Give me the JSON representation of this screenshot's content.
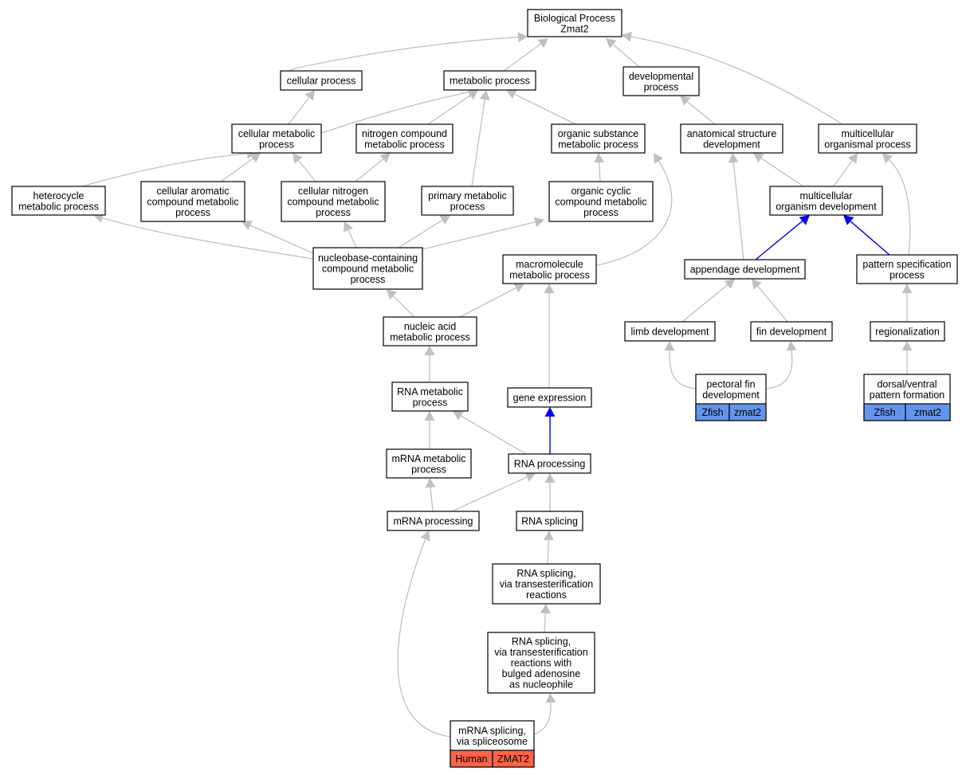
{
  "diagram": {
    "colors": {
      "edge_default": "#c0c0c0",
      "edge_highlight": "#0000ee",
      "zfish_cell": "#6495ed",
      "human_cell": "#ff6347"
    },
    "nodes": {
      "root": {
        "lines": [
          "Biological Process",
          "Zmat2"
        ]
      },
      "cellular_process": {
        "lines": [
          "cellular process"
        ]
      },
      "metabolic_process": {
        "lines": [
          "metabolic process"
        ]
      },
      "developmental_process": {
        "lines": [
          "developmental",
          "process"
        ]
      },
      "cellular_metabolic_process": {
        "lines": [
          "cellular metabolic",
          "process"
        ]
      },
      "nitrogen_compound_metabolic_process": {
        "lines": [
          "nitrogen compound",
          "metabolic process"
        ]
      },
      "organic_substance_metabolic_process": {
        "lines": [
          "organic substance",
          "metabolic process"
        ]
      },
      "anatomical_structure_development": {
        "lines": [
          "anatomical structure",
          "development"
        ]
      },
      "multicellular_organismal_process": {
        "lines": [
          "multicellular",
          "organismal process"
        ]
      },
      "heterocycle_metabolic_process": {
        "lines": [
          "heterocycle",
          "metabolic process"
        ]
      },
      "cellular_aromatic_compound_metabolic_process": {
        "lines": [
          "cellular aromatic",
          "compound metabolic",
          "process"
        ]
      },
      "cellular_nitrogen_compound_metabolic_process": {
        "lines": [
          "cellular nitrogen",
          "compound metabolic",
          "process"
        ]
      },
      "primary_metabolic_process": {
        "lines": [
          "primary metabolic",
          "process"
        ]
      },
      "organic_cyclic_compound_metabolic_process": {
        "lines": [
          "organic cyclic",
          "compound metabolic",
          "process"
        ]
      },
      "multicellular_organism_development": {
        "lines": [
          "multicellular",
          "organism development"
        ]
      },
      "nucleobase_containing_compound_metabolic_process": {
        "lines": [
          "nucleobase-containing",
          "compound metabolic",
          "process"
        ]
      },
      "macromolecule_metabolic_process": {
        "lines": [
          "macromolecule",
          "metabolic process"
        ]
      },
      "appendage_development": {
        "lines": [
          "appendage development"
        ]
      },
      "pattern_specification_process": {
        "lines": [
          "pattern specification",
          "process"
        ]
      },
      "nucleic_acid_metabolic_process": {
        "lines": [
          "nucleic acid",
          "metabolic process"
        ]
      },
      "limb_development": {
        "lines": [
          "limb development"
        ]
      },
      "fin_development": {
        "lines": [
          "fin development"
        ]
      },
      "regionalization": {
        "lines": [
          "regionalization"
        ]
      },
      "rna_metabolic_process": {
        "lines": [
          "RNA metabolic",
          "process"
        ]
      },
      "gene_expression": {
        "lines": [
          "gene expression"
        ]
      },
      "pectoral_fin_development": {
        "lines": [
          "pectoral fin",
          "development"
        ],
        "tags": [
          "Zfish",
          "zmat2"
        ],
        "tag_color": "#6495ed"
      },
      "dorsal_ventral_pattern_formation": {
        "lines": [
          "dorsal/ventral",
          "pattern formation"
        ],
        "tags": [
          "Zfish",
          "zmat2"
        ],
        "tag_color": "#6495ed"
      },
      "mrna_metabolic_process": {
        "lines": [
          "mRNA metabolic",
          "process"
        ]
      },
      "rna_processing": {
        "lines": [
          "RNA processing"
        ]
      },
      "mrna_processing": {
        "lines": [
          "mRNA processing"
        ]
      },
      "rna_splicing": {
        "lines": [
          "RNA splicing"
        ]
      },
      "rna_splicing_transesterification": {
        "lines": [
          "RNA splicing,",
          "via transesterification",
          "reactions"
        ]
      },
      "rna_splicing_bulged_adenosine": {
        "lines": [
          "RNA splicing,",
          "via transesterification",
          "reactions with",
          "bulged adenosine",
          "as nucleophile"
        ]
      },
      "mrna_splicing_spliceosome": {
        "lines": [
          "mRNA splicing,",
          "via spliceosome"
        ],
        "tags": [
          "Human",
          "ZMAT2"
        ],
        "tag_color": "#ff6347"
      }
    }
  }
}
